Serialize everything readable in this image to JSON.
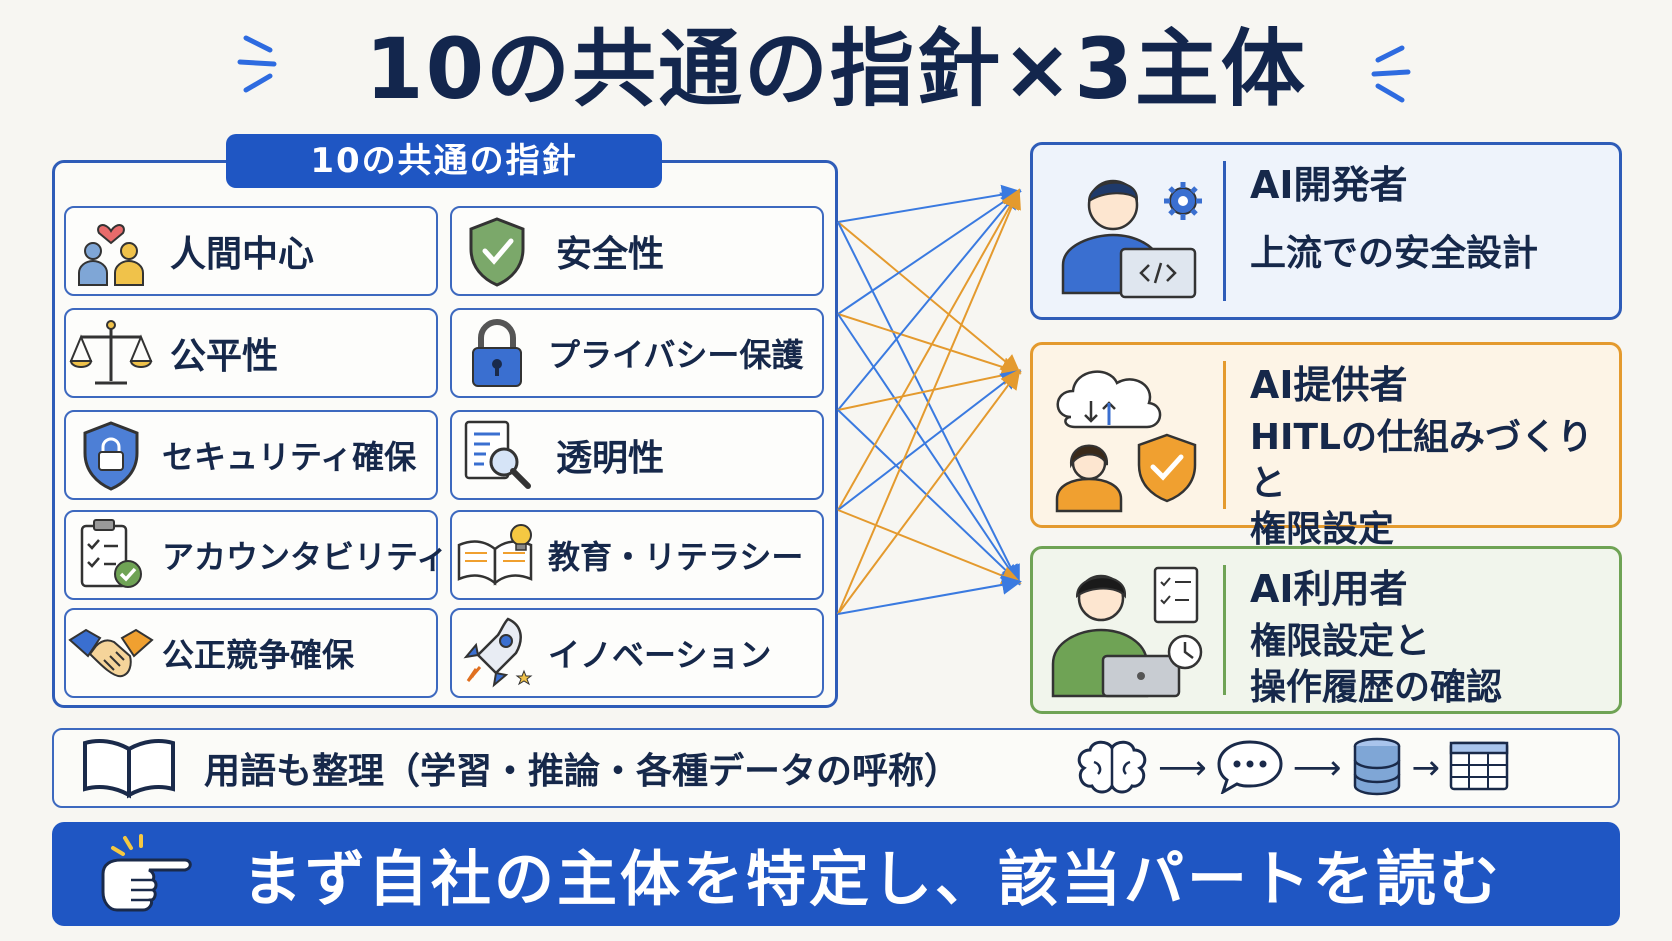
{
  "title": "10の共通の指針×3主体",
  "panel_title": "10の共通の指針",
  "principles": [
    {
      "label": "人間中心",
      "icon": "people-heart-icon"
    },
    {
      "label": "安全性",
      "icon": "shield-check-icon"
    },
    {
      "label": "公平性",
      "icon": "scales-icon"
    },
    {
      "label": "プライバシー保護",
      "icon": "padlock-icon"
    },
    {
      "label": "セキュリティ確保",
      "icon": "shield-lock-icon"
    },
    {
      "label": "透明性",
      "icon": "document-magnifier-icon"
    },
    {
      "label": "アカウンタビリティ",
      "icon": "clipboard-check-icon"
    },
    {
      "label": "教育・リテラシー",
      "icon": "book-lightbulb-icon"
    },
    {
      "label": "公正競争確保",
      "icon": "handshake-icon"
    },
    {
      "label": "イノベーション",
      "icon": "rocket-icon"
    }
  ],
  "actors": [
    {
      "role": "AI開発者",
      "description": "上流での安全設計",
      "color": "#2e5cb8"
    },
    {
      "role": "AI提供者",
      "description": "HITLの仕組みづくりと\n権限設定",
      "color": "#e49a2e"
    },
    {
      "role": "AI利用者",
      "description": "権限設定と\n操作履歴の確認",
      "color": "#6fa355"
    }
  ],
  "glossary": {
    "text": "用語も整理（学習・推論・各種データの呼称）",
    "flow_icons": [
      "brain-icon",
      "chat-bubble-icon",
      "database-icon",
      "table-icon"
    ]
  },
  "banner": {
    "text": "まず自社の主体を特定し、該当パートを読む"
  },
  "colors": {
    "primary_blue": "#1f56c3",
    "developer": "#2e5cb8",
    "provider": "#e49a2e",
    "user": "#6fa355"
  }
}
